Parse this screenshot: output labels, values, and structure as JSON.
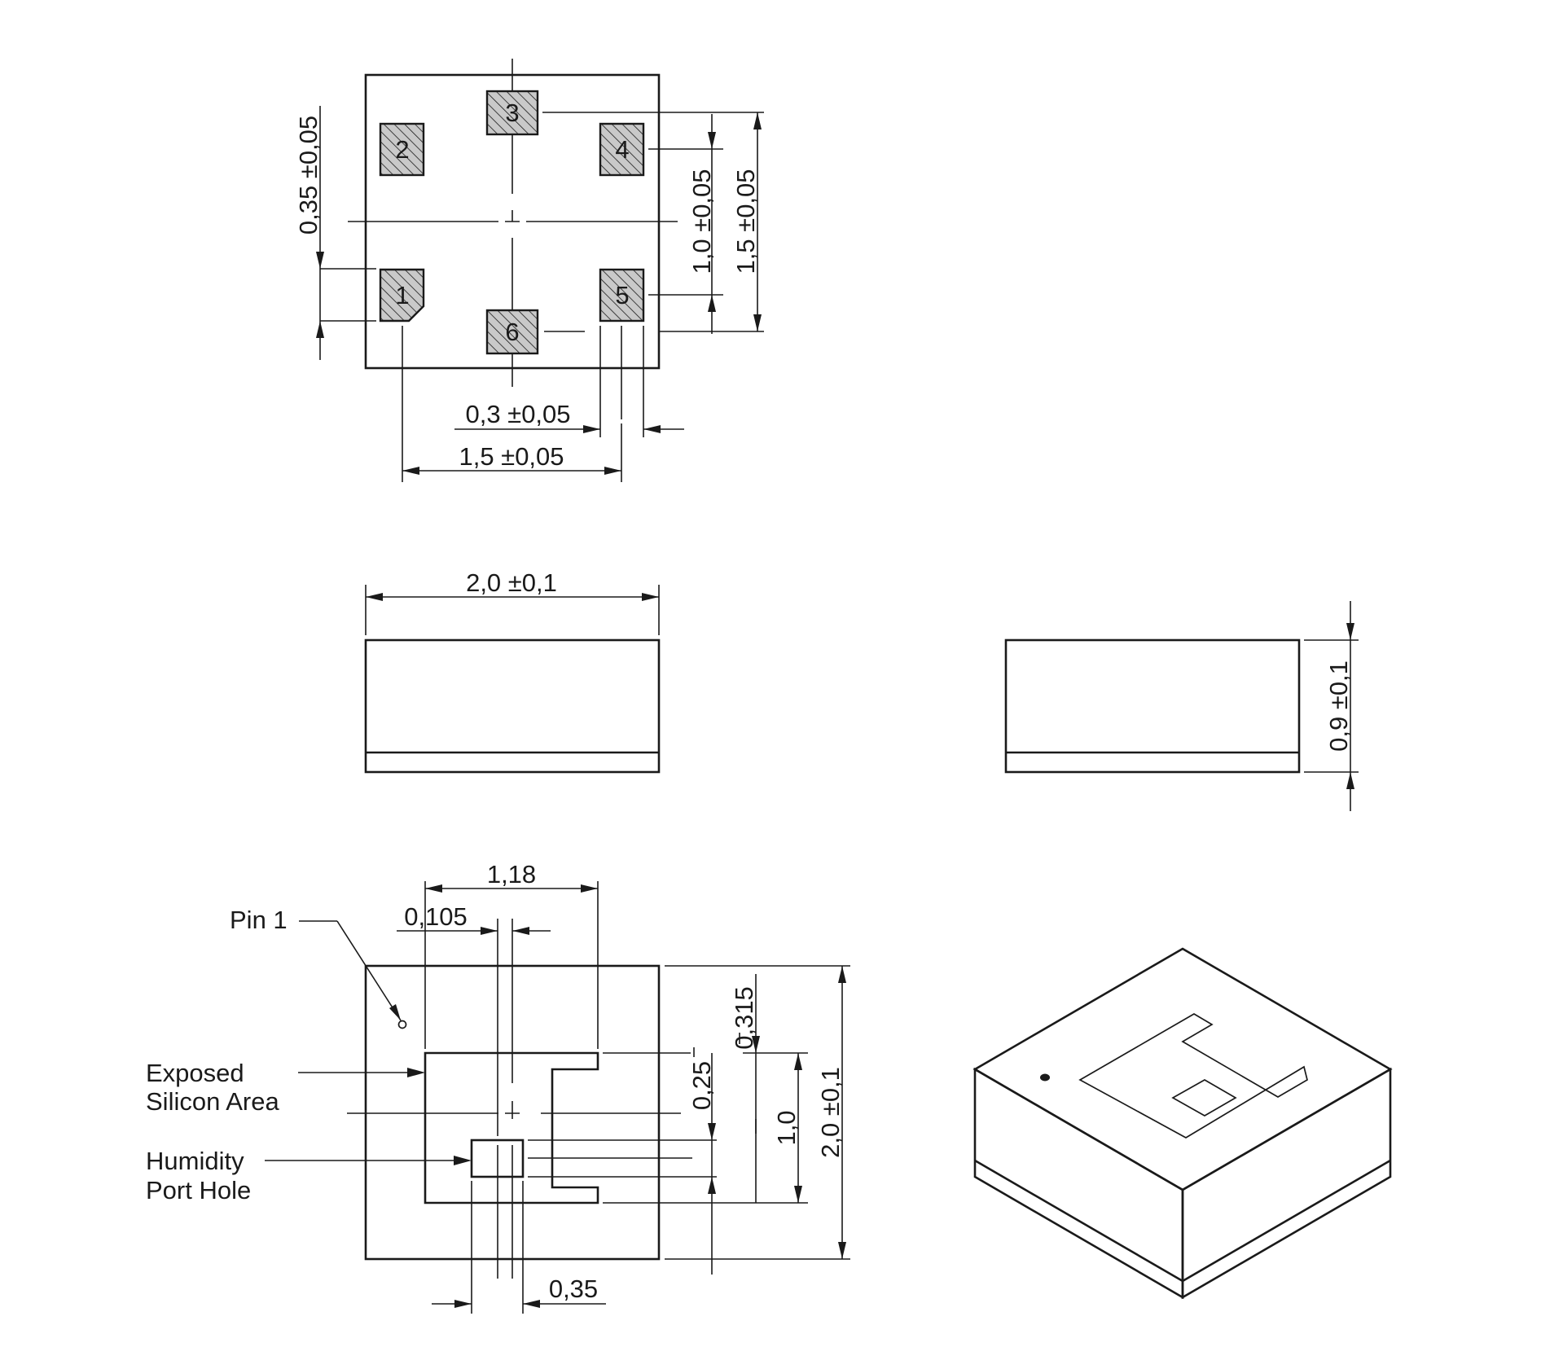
{
  "top_view": {
    "pins": [
      "1",
      "2",
      "3",
      "4",
      "5",
      "6"
    ],
    "dim_pin_height": "0,35 ±0,05",
    "dim_pin_pitch_v": "1,0 ±0,05",
    "dim_pin_span_v": "1,5 ±0,05",
    "dim_pin_width": "0,3 ±0,05",
    "dim_pin_span_h": "1,5 ±0,05"
  },
  "side_view": {
    "dim_width": "2,0 ±0,1",
    "dim_height": "0,9 ±0,1"
  },
  "bottom_view": {
    "dim_silicon_width": "1,18",
    "dim_offset": "0,105",
    "dim_top_margin": "0,315",
    "dim_port_offset": "0,25",
    "dim_silicon_height": "1,0",
    "dim_body": "2,0 ±0,1",
    "dim_port_width": "0,35",
    "label_pin1": "Pin 1",
    "label_silicon_line1": "Exposed",
    "label_silicon_line2": "Silicon Area",
    "label_port_line1": "Humidity",
    "label_port_line2": "Port Hole"
  }
}
